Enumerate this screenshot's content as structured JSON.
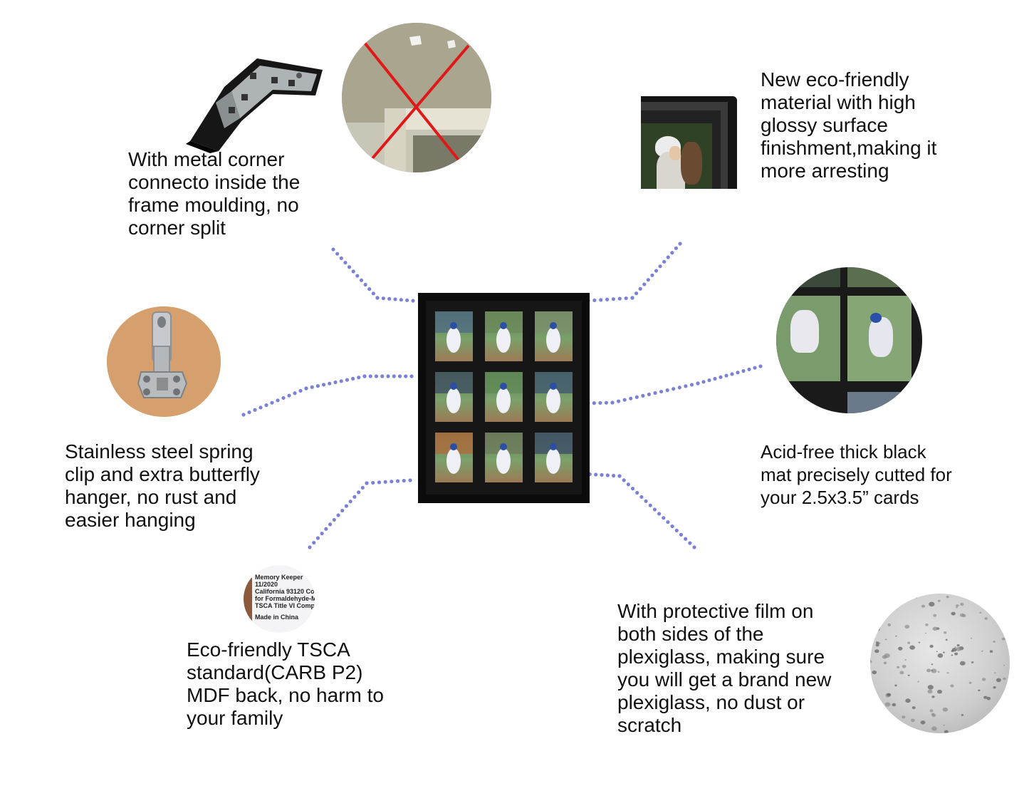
{
  "colors": {
    "dots": "#7b82d4",
    "frame": "#0b0b0b",
    "mat": "#161616",
    "x_mark": "#e01818",
    "cork": "#d9a271"
  },
  "features": {
    "corner_connector": {
      "text": "With metal corner\nconnecto inside the\nframe moulding, no\ncorner split"
    },
    "eco_material": {
      "text": "New eco-friendly\nmaterial with high\nglossy surface\nfinishment,making it\nmore arresting"
    },
    "spring_clip": {
      "text": "Stainless steel spring\nclip and extra butterfly\nhanger, no rust and\neasier hanging"
    },
    "black_mat": {
      "text": "Acid-free thick black\nmat precisely cutted for\nyour 2.5x3.5” cards"
    },
    "tsca_back": {
      "text": "Eco-friendly TSCA\nstandard(CARB P2)\nMDF back, no harm to\nyour family"
    },
    "protective_film": {
      "text": "With protective film on\nboth sides of the\nplexiglass, making sure\nyou will get a brand new\nplexiglass, no dust or\nscratch"
    }
  },
  "label_sticker": {
    "line1": "Memory Keeper",
    "line2": "11/2020",
    "line3": "California 93120 Co",
    "line4": "for Formaldehyde-M",
    "line5": "TSCA Title VI Comp",
    "line6": "Made in China"
  },
  "icons": {
    "frame_product": "frame-product-icon",
    "corner": "corner-connector-icon",
    "split": "split-corner-icon",
    "glossy": "glossy-frame-icon",
    "clip": "spring-clip-icon",
    "mat": "black-mat-icon",
    "sticker": "tsca-label-icon",
    "water": "water-drops-icon"
  }
}
